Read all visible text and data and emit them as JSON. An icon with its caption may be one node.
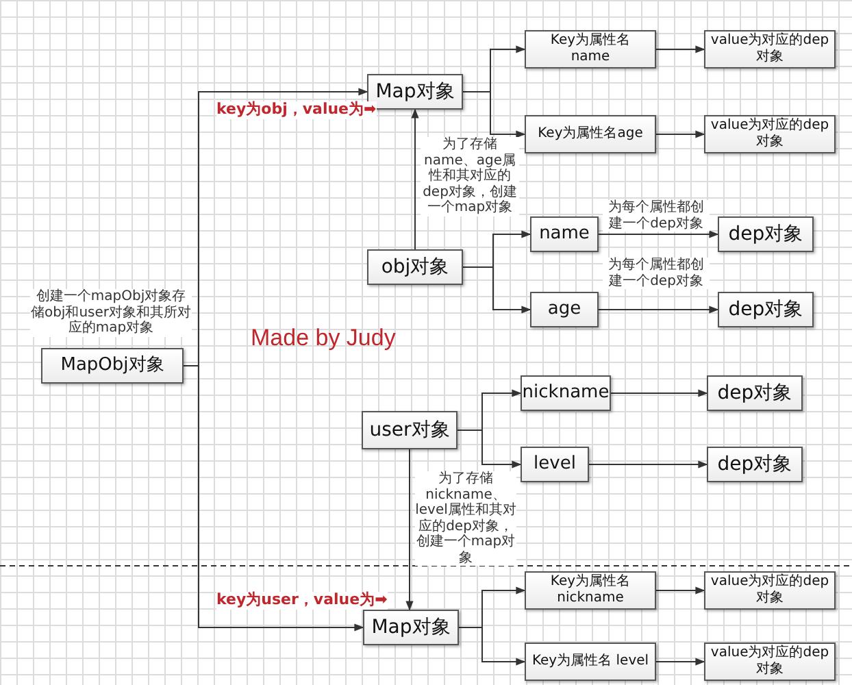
{
  "diagram": {
    "nodes": [
      {
        "text": [
          "MapObj对象"
        ],
        "beside": [
          "创建一个mapObj对象存储obj和user对象和其所对应的map对象"
        ]
      },
      {
        "text": [
          "Map对象"
        ]
      },
      {
        "text": [
          "Key为属性名 name"
        ]
      },
      {
        "text": [
          "value为对应的dep对象"
        ]
      },
      {
        "text": [
          "Key为属性名age"
        ]
      },
      {
        "text": [
          "value为对应的dep对象"
        ]
      },
      {
        "text": [
          "obj对象"
        ]
      },
      {
        "text": [
          "name"
        ]
      },
      {
        "text": [
          "dep对象"
        ]
      },
      {
        "text": [
          "age"
        ]
      },
      {
        "text": [
          "dep对象"
        ]
      },
      {
        "text": [
          "user对象"
        ]
      },
      {
        "text": [
          "nickname"
        ]
      },
      {
        "text": [
          "dep对象"
        ]
      },
      {
        "text": [
          "level"
        ]
      },
      {
        "text": [
          "dep对象"
        ]
      },
      {
        "text": [
          "Map对象"
        ]
      },
      {
        "text": [
          "Key为属性名 nickname"
        ]
      },
      {
        "text": [
          "value为对应的dep对象"
        ]
      },
      {
        "text": [
          "Key为属性名 level"
        ]
      },
      {
        "text": [
          "value为对应的dep对象"
        ]
      }
    ],
    "edges": [
      {
        "from": 0,
        "to": 1,
        "arrow": "to",
        "label": "key为obj，value为➡"
      },
      {
        "from": 0,
        "to": 16,
        "arrow": "to",
        "label": "key为user，value为➡"
      },
      {
        "from": 1,
        "to": 2,
        "arrow": "to"
      },
      {
        "from": 1,
        "to": 4,
        "arrow": "to"
      },
      {
        "from": 2,
        "to": 3,
        "arrow": "to"
      },
      {
        "from": 4,
        "to": 5,
        "arrow": "to"
      },
      {
        "from": 6,
        "to": 1,
        "arrow": "to",
        "label": "为了存储name、age属性和其对应的dep对象，创建一个map对象"
      },
      {
        "from": 6,
        "to": 7,
        "arrow": "to"
      },
      {
        "from": 6,
        "to": 9,
        "arrow": "to"
      },
      {
        "from": 7,
        "to": 8,
        "arrow": "to",
        "label": "为每个属性都创建一个dep对象"
      },
      {
        "from": 9,
        "to": 10,
        "arrow": "to",
        "label": "为每个属性都创建一个dep对象"
      },
      {
        "from": 11,
        "to": 12,
        "arrow": "to"
      },
      {
        "from": 11,
        "to": 14,
        "arrow": "to"
      },
      {
        "from": 12,
        "to": 13,
        "arrow": "to"
      },
      {
        "from": 14,
        "to": 15,
        "arrow": "to"
      },
      {
        "from": 11,
        "to": 16,
        "arrow": "to",
        "label": "为了存储nickname、level属性和其对应的dep对象，创建一个map对象"
      },
      {
        "from": 16,
        "to": 17,
        "arrow": "to"
      },
      {
        "from": 16,
        "to": 19,
        "arrow": "to"
      },
      {
        "from": 17,
        "to": 18,
        "arrow": "to"
      },
      {
        "from": 19,
        "to": 20,
        "arrow": "to"
      }
    ],
    "labels": [
      "Made by Judy"
    ]
  }
}
